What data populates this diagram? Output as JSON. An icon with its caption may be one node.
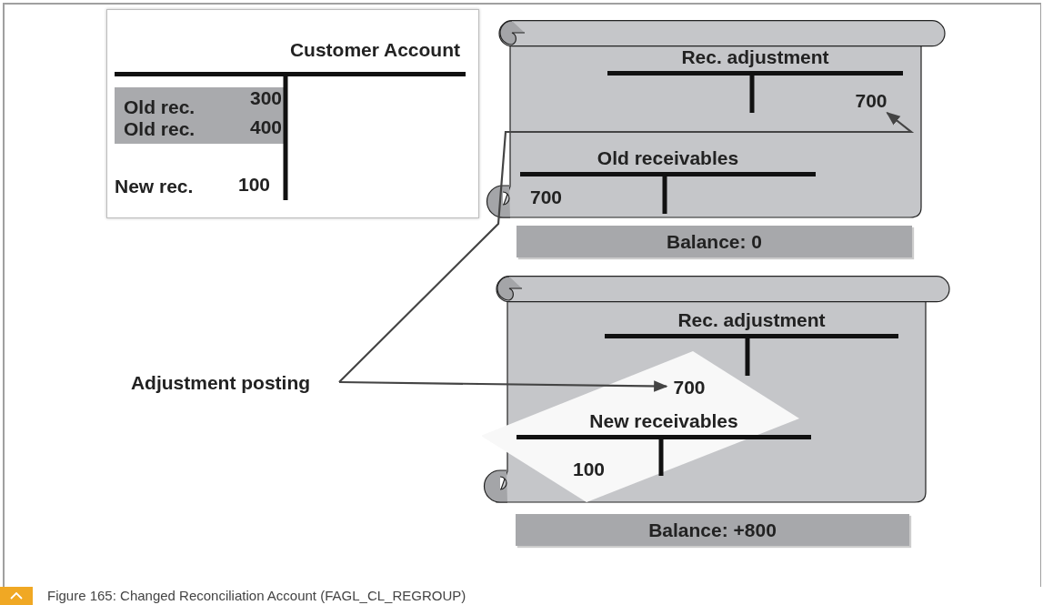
{
  "diagram": {
    "caption": "Figure 165: Changed Reconciliation Account (FAGL_CL_REGROUP)",
    "nodes": [
      {
        "text": [
          "Customer Account"
        ]
      },
      {
        "text": [],
        "shape": "scroll"
      },
      {
        "text": [
          "Rec. adjustment"
        ],
        "in": 1
      },
      {
        "text": [
          "700"
        ],
        "in": 2
      },
      {
        "text": [
          "Old receivables"
        ],
        "in": 1
      },
      {
        "text": [
          "Balance: 0"
        ]
      },
      {
        "text": [],
        "shape": "scroll"
      },
      {
        "text": [
          "Rec. adjustment"
        ],
        "in": 6
      },
      {
        "text": [
          "700"
        ],
        "in": 7
      },
      {
        "text": [
          "New receivables"
        ],
        "in": 6
      },
      {
        "text": [
          "Balance: +800"
        ]
      },
      {
        "text": [
          "Adjustment posting"
        ]
      }
    ],
    "edges": [
      {
        "from": 11,
        "to": 3,
        "arrow": "to"
      },
      {
        "from": 11,
        "to": 8,
        "arrow": "to"
      }
    ],
    "labels": [
      "Old rec.",
      "300",
      "Old rec.",
      "400",
      "New rec.",
      "100",
      "700",
      "100"
    ]
  }
}
